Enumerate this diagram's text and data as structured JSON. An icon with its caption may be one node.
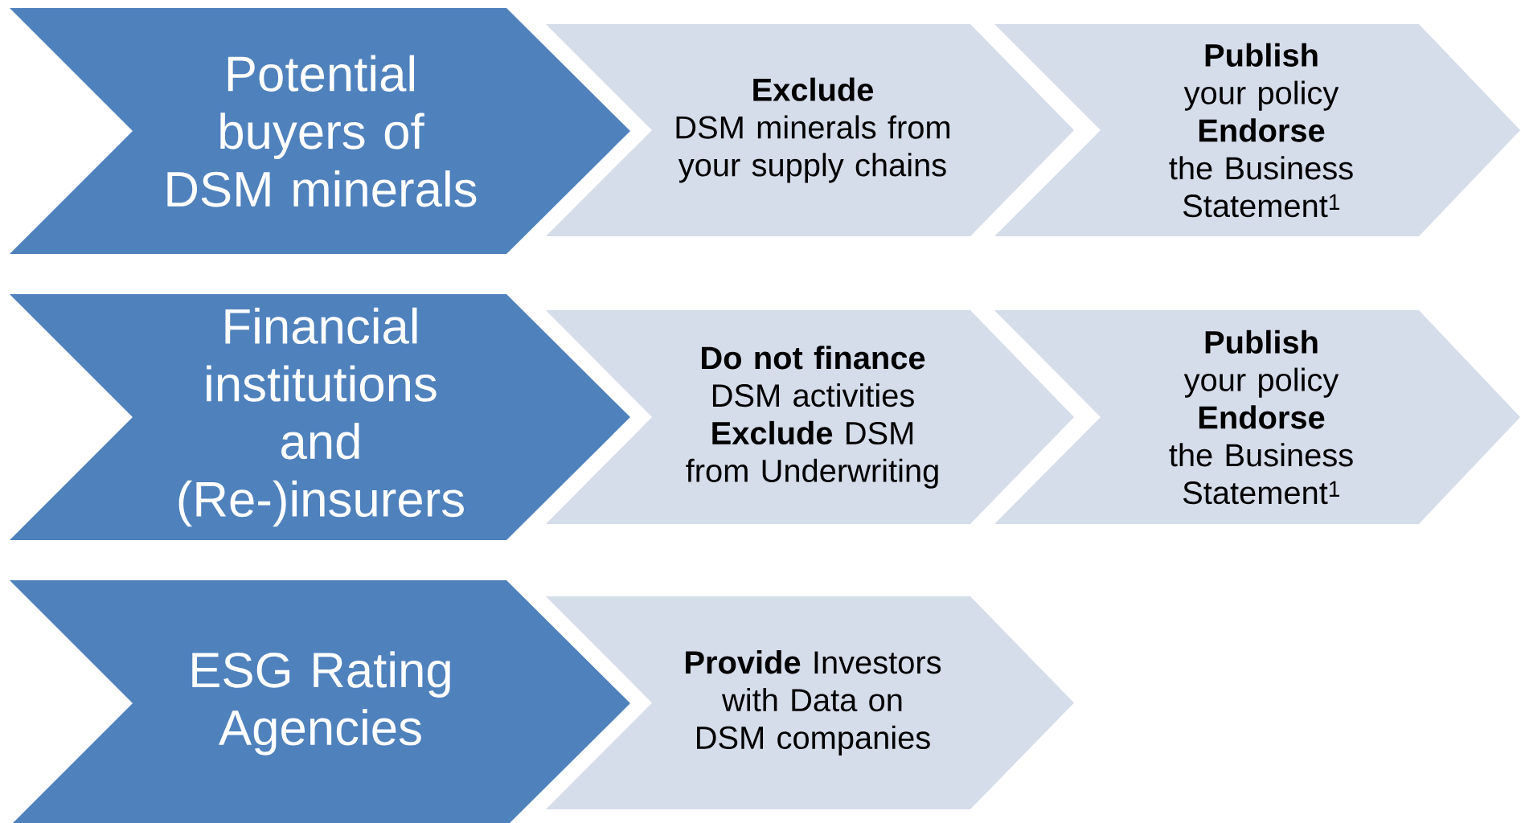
{
  "diagram": {
    "nodes": [
      {
        "text": [
          "Potential buyers of DSM minerals"
        ]
      },
      {
        "text": [
          "Exclude",
          "DSM minerals from your supply chains"
        ]
      },
      {
        "text": [
          "Publish",
          "your policy",
          "Endorse",
          "the Business Statement$^{1}$"
        ]
      },
      {
        "text": [
          "Financial institutions and (Re-)insurers"
        ]
      },
      {
        "text": [
          "Do not finance",
          "DSM activities",
          "**Exclude** DSM from Underwriting"
        ]
      },
      {
        "text": [
          "Publish",
          "your policy",
          "Endorse",
          "the Business Statement$^{1}$"
        ]
      },
      {
        "text": [
          "ESG Rating Agencies"
        ]
      },
      {
        "text": [
          "**Provide** Investors with Data on DSM companies"
        ]
      }
    ]
  }
}
